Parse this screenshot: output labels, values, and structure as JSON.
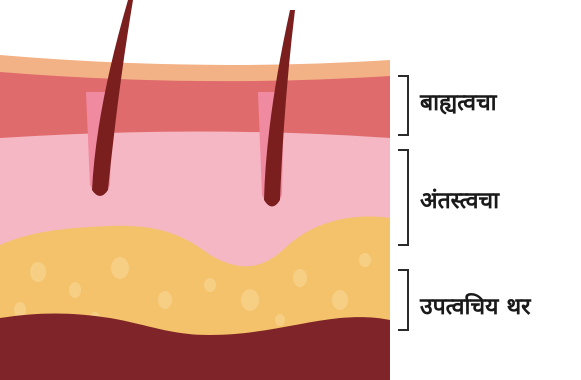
{
  "colors": {
    "epidermis_top": "#f3b285",
    "epidermis": "#df6b6c",
    "dermis": "#f4b7c3",
    "hypodermis": "#f3c26a",
    "hypodermis_spots": "#f7d48e",
    "muscle": "#7f2529",
    "hair": "#7a1e1e",
    "follicle": "#ef8aa0",
    "bracket": "#2b2b2b",
    "label": "#1a1a1a"
  },
  "layers": [
    {
      "id": "epidermis",
      "label": "बाह्यत्वचा"
    },
    {
      "id": "dermis",
      "label": "अंतस्त्वचा"
    },
    {
      "id": "hypodermis",
      "label": "उपत्वचिय थर"
    }
  ]
}
